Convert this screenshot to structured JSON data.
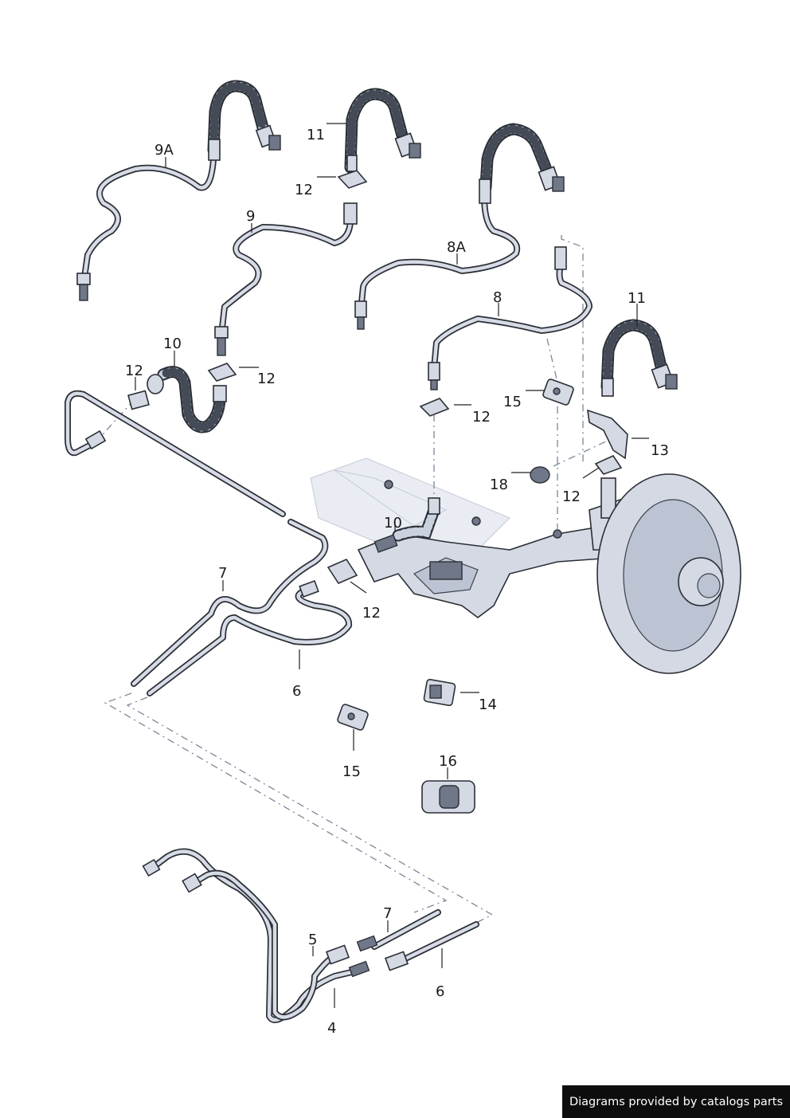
{
  "callouts": {
    "c_9A": "9A",
    "c_11_top": "11",
    "c_12_a": "12",
    "c_9": "9",
    "c_8A": "8A",
    "c_8": "8",
    "c_11_right": "11",
    "c_10_top": "10",
    "c_12_b": "12",
    "c_12_c": "12",
    "c_12_d": "12",
    "c_15_top": "15",
    "c_13": "13",
    "c_18": "18",
    "c_12_e": "12",
    "c_10_mid": "10",
    "c_7_top": "7",
    "c_12_f": "12",
    "c_6_top": "6",
    "c_14": "14",
    "c_15_bottom": "15",
    "c_16": "16",
    "c_7_bottom": "7",
    "c_5": "5",
    "c_6_bottom": "6",
    "c_4": "4"
  },
  "footer": {
    "credit": "Diagrams provided by catalogs parts"
  }
}
